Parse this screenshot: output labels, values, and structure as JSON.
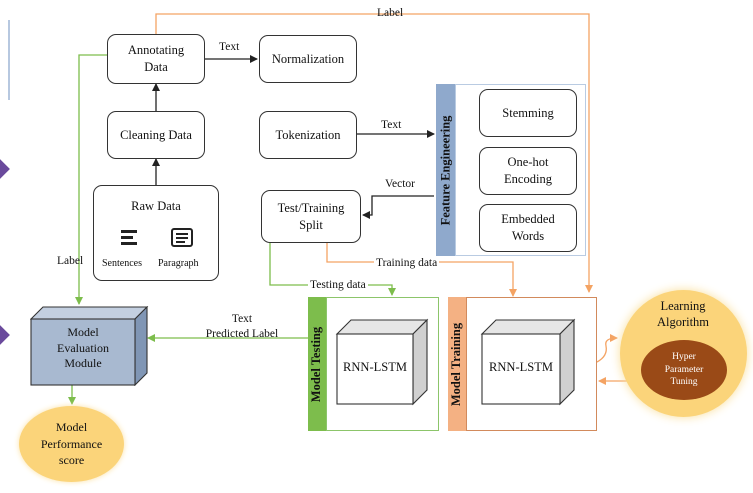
{
  "nodes": {
    "annotating": "Annotating\nData",
    "cleaning": "Cleaning Data",
    "raw": "Raw Data",
    "sentences": "Sentences",
    "paragraph": "Paragraph",
    "normalization": "Normalization",
    "tokenization": "Tokenization",
    "split": "Test/Training\nSplit",
    "feature_engineering": "Feature Engineering",
    "stemming": "Stemming",
    "onehot": "One-hot\nEncoding",
    "embedded": "Embedded\nWords",
    "model_testing": "Model Testing",
    "rnn_testing": "RNN-LSTM",
    "model_training": "Model Training",
    "rnn_training": "RNN-LSTM",
    "eval_module": "Model\nEvaluation\nModule",
    "performance": "Model\nPerformance\nscore",
    "learning": "Learning\nAlgorithm",
    "hyper": "Hyper\nParameter\nTuning"
  },
  "edges": {
    "label_top": "Label",
    "text_norm": "Text",
    "text_token": "Text",
    "vector": "Vector",
    "label_left": "Label",
    "training_data": "Training data",
    "testing_data": "Testing data",
    "text_pred": "Text\nPredicted Label"
  },
  "colors": {
    "orange": "#f4a363",
    "green": "#7dbd4c",
    "blue_panel": "#8fa9cc",
    "tab_orange": "#f4b183",
    "eval_fill": "#a8b9d0",
    "yellow": "#fbd47a",
    "brown": "#9a4a17"
  }
}
